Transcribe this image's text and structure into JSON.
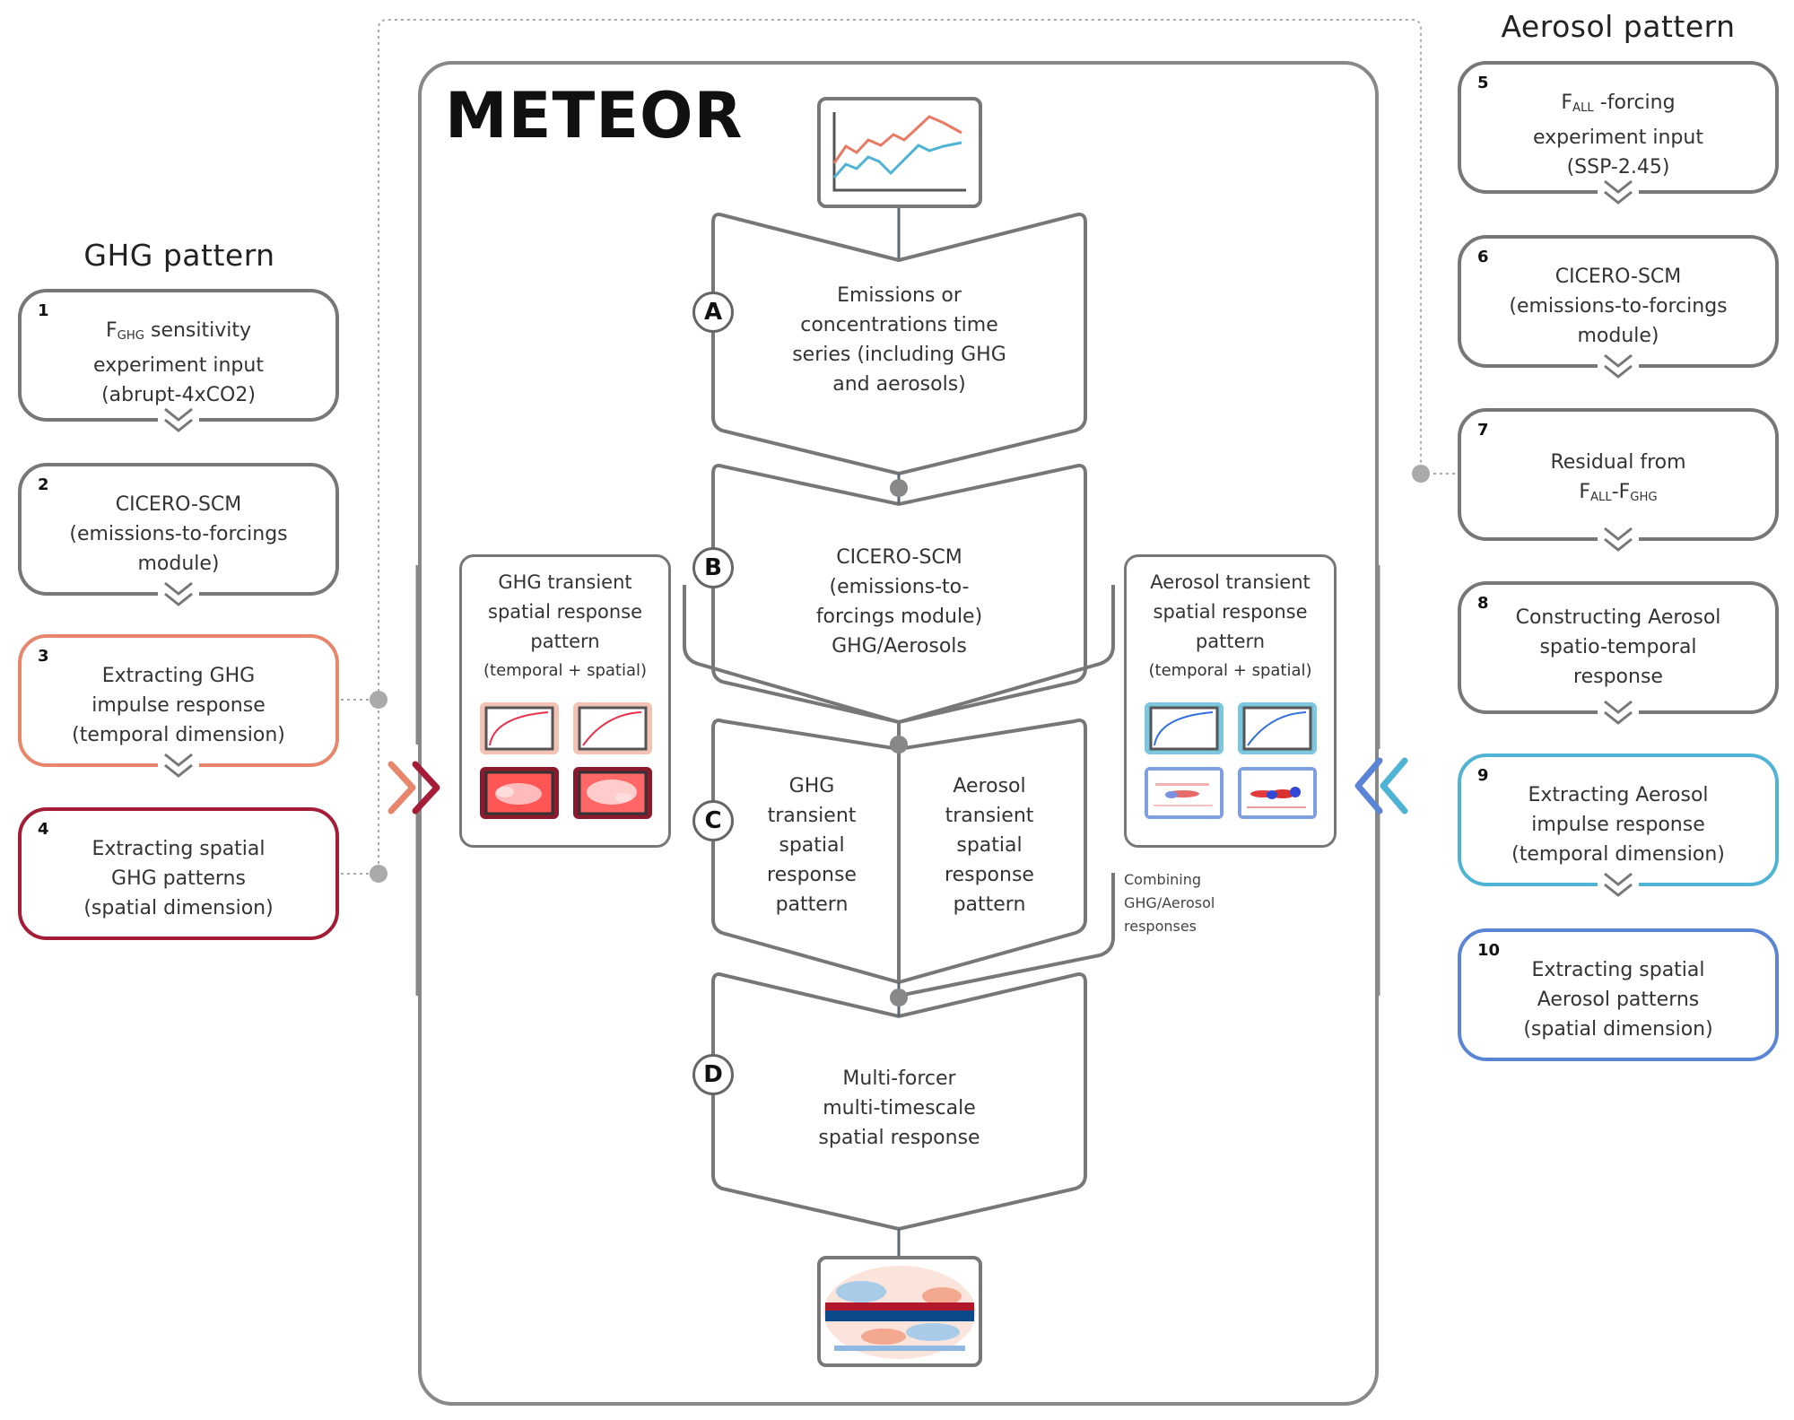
{
  "diagram": {
    "title": "METEOR",
    "colors": {
      "ghg_temporal": "#e8866d",
      "ghg_spatial": "#a51c36",
      "aerosol_temporal": "#4fb3d4",
      "aerosol_spatial": "#5a85d6",
      "outline": "#777777",
      "connector_dot": "#999999"
    },
    "ghg_pattern": {
      "heading": "GHG pattern",
      "steps": [
        {
          "num": "1",
          "line1_prefix": "F",
          "line1_sub": "GHG",
          "line1_suffix": " sensitivity",
          "line2": "experiment input",
          "line3": "(abrupt-4xCO2)",
          "accent": "gray"
        },
        {
          "num": "2",
          "line1": "CICERO-SCM",
          "line2": "(emissions-to-forcings",
          "line3": "module)",
          "accent": "gray"
        },
        {
          "num": "3",
          "line1": "Extracting GHG",
          "line2": "impulse response",
          "line3": "(temporal dimension)",
          "accent": "ghg_temporal"
        },
        {
          "num": "4",
          "line1": "Extracting spatial",
          "line2": "GHG patterns",
          "line3": "(spatial dimension)",
          "accent": "ghg_spatial"
        }
      ]
    },
    "aerosol_pattern": {
      "heading": "Aerosol pattern",
      "steps": [
        {
          "num": "5",
          "line1_prefix": "F",
          "line1_sub": "ALL",
          "line1_suffix": " -forcing",
          "line2": "experiment input",
          "line3": "(SSP-2.45)",
          "accent": "gray"
        },
        {
          "num": "6",
          "line1": "CICERO-SCM",
          "line2": "(emissions-to-forcings",
          "line3": "module)",
          "accent": "gray"
        },
        {
          "num": "7",
          "line1": "Residual from",
          "line2_a": "F",
          "line2_sub_a": "ALL",
          "line2_mid": "-F",
          "line2_sub_b": "GHG",
          "accent": "gray"
        },
        {
          "num": "8",
          "line1": "Constructing Aerosol",
          "line2": "spatio-temporal",
          "line3": "response",
          "accent": "gray"
        },
        {
          "num": "9",
          "line1": "Extracting Aerosol",
          "line2": "impulse response",
          "line3": "(temporal dimension)",
          "accent": "aerosol_temporal"
        },
        {
          "num": "10",
          "line1": "Extracting spatial",
          "line2": "Aerosol patterns",
          "line3": "(spatial dimension)",
          "accent": "aerosol_spatial"
        }
      ]
    },
    "stages": [
      {
        "badge": "A",
        "lines": [
          "Emissions or",
          "concentrations time",
          "series (including GHG",
          "and aerosols)"
        ]
      },
      {
        "badge": "B",
        "lines": [
          "CICERO-SCM",
          "(emissions-to-",
          "forcings module)",
          "GHG/Aerosols"
        ]
      },
      {
        "badge": "C",
        "left_lines": [
          "GHG",
          "transient",
          "spatial",
          "response",
          "pattern"
        ],
        "right_lines": [
          "Aerosol",
          "transient",
          "spatial",
          "response",
          "pattern"
        ]
      },
      {
        "badge": "D",
        "lines": [
          "Multi-forcer",
          "multi-timescale",
          "spatial response"
        ]
      }
    ],
    "ghg_panel": {
      "title_lines": [
        "GHG transient",
        "spatial response",
        "pattern"
      ],
      "subtitle": "(temporal + spatial)"
    },
    "aerosol_panel": {
      "title_lines": [
        "Aerosol transient",
        "spatial response",
        "pattern"
      ],
      "subtitle": "(temporal + spatial)"
    },
    "combine_note": [
      "Combining",
      "GHG/Aerosol",
      "responses"
    ],
    "icons": {
      "input_chart": "line-chart-icon",
      "output_map": "world-map-icon"
    }
  }
}
